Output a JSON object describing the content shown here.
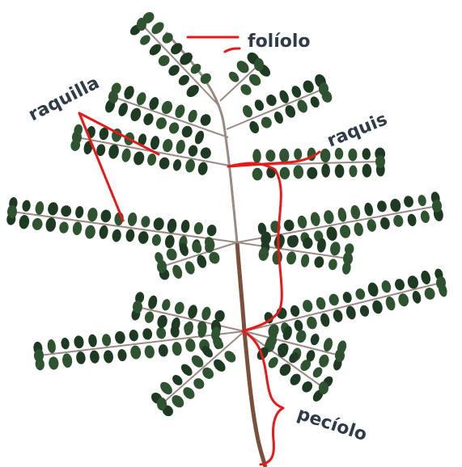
{
  "figure": {
    "labels": {
      "foliolo": "folíolo",
      "raquilla": "raquilla",
      "raquis": "raquis",
      "peciolo": "pecíolo"
    },
    "colors": {
      "background": "#ffffff",
      "leaflet": "#2f5230",
      "leaflet_dark": "#1f3a22",
      "stem": "#9a8a84",
      "petiole": "#7a4f3c",
      "annotation_line": "#e51b1b",
      "label_text": "#2f3c48"
    }
  }
}
